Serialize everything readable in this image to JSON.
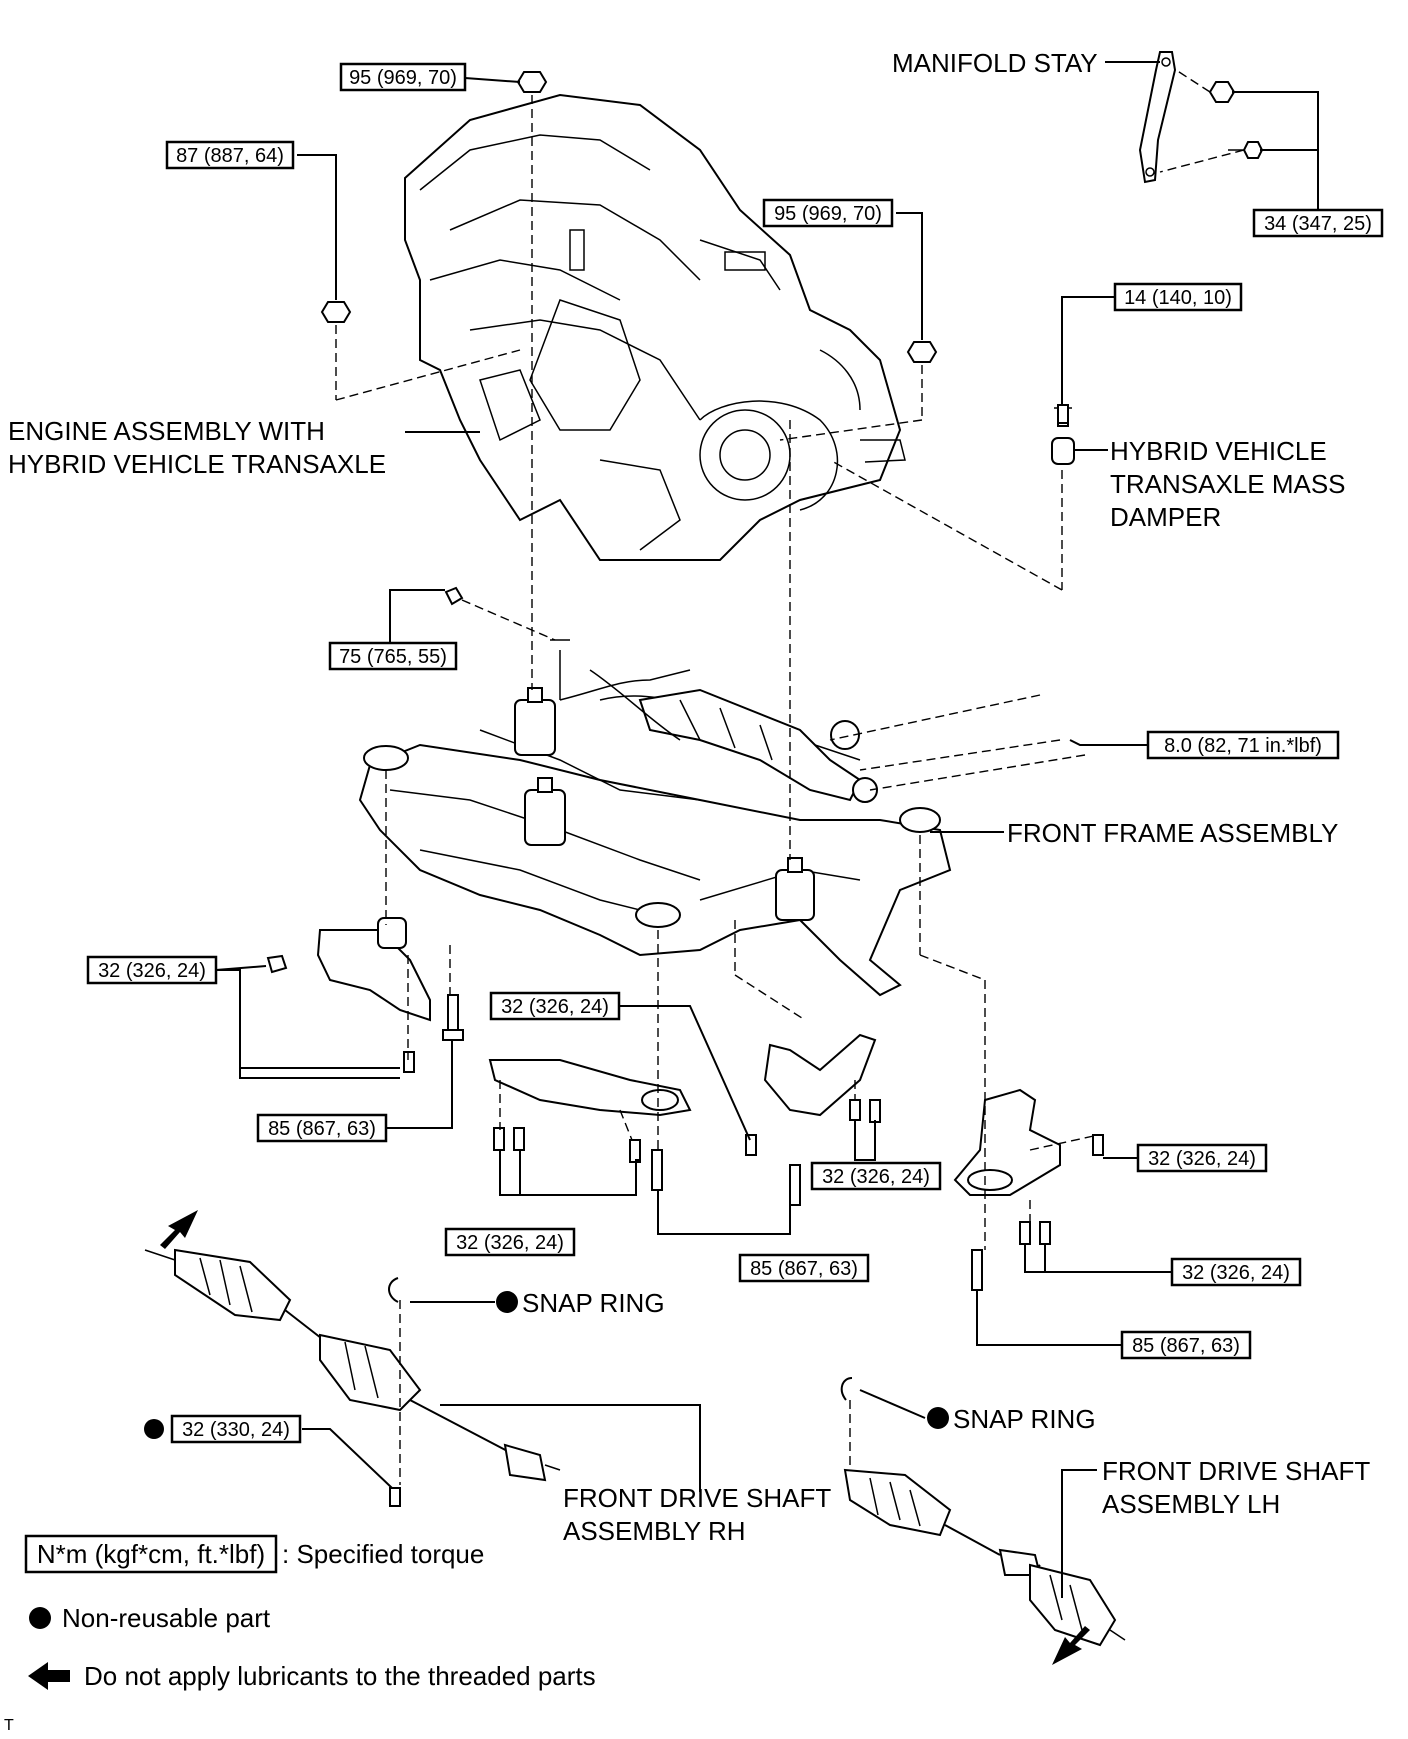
{
  "labels": {
    "manifold_stay": "MANIFOLD STAY",
    "engine_line1": "ENGINE ASSEMBLY WITH",
    "engine_line2": "HYBRID VEHICLE TRANSAXLE",
    "damper_line1": "HYBRID VEHICLE",
    "damper_line2": "TRANSAXLE MASS",
    "damper_line3": "DAMPER",
    "front_frame": "FRONT FRAME ASSEMBLY",
    "snap_ring_1": "SNAP RING",
    "snap_ring_2": "SNAP RING",
    "shaft_rh_line1": "FRONT DRIVE SHAFT",
    "shaft_rh_line2": "ASSEMBLY RH",
    "shaft_lh_line1": "FRONT DRIVE SHAFT",
    "shaft_lh_line2": "ASSEMBLY LH"
  },
  "torques": {
    "t_95_a": "95 (969, 70)",
    "t_87": "87 (887, 64)",
    "t_95_b": "95 (969, 70)",
    "t_34": "34 (347, 25)",
    "t_14": "14 (140, 10)",
    "t_75": "75 (765, 55)",
    "t_8": "8.0 (82, 71 in.*lbf)",
    "t_32_a": "32 (326, 24)",
    "t_32_b": "32 (326, 24)",
    "t_85_a": "85 (867, 63)",
    "t_32_c": "32 (326, 24)",
    "t_32_d": "32 (326, 24)",
    "t_32_e": "32 (326, 24)",
    "t_85_b": "85 (867, 63)",
    "t_32_f": "32 (326, 24)",
    "t_85_c": "85 (867, 63)",
    "t_32_330": "32 (330, 24)"
  },
  "legend": {
    "unit_box": "N*m (kgf*cm, ft.*lbf)",
    "unit_desc": ": Specified torque",
    "non_reusable": "Non-reusable part",
    "no_lube": "Do not apply lubricants to the threaded parts"
  },
  "corner_mark": "T"
}
